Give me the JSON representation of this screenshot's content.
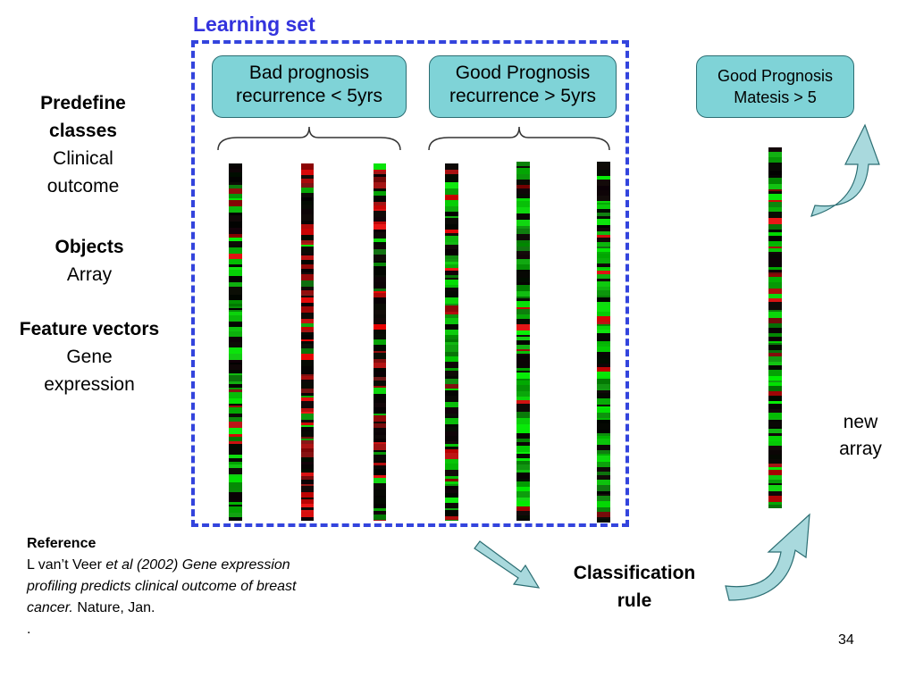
{
  "learning_set_title": "Learning set",
  "classes": {
    "bad": {
      "line1": "Bad prognosis",
      "line2": "recurrence < 5yrs"
    },
    "good": {
      "line1": "Good Prognosis",
      "line2": "recurrence > 5yrs"
    },
    "predicted": {
      "line1": "Good Prognosis",
      "line2": "Matesis > 5"
    }
  },
  "left_labels": {
    "classes_heading1": "Predefine",
    "classes_heading2": "classes",
    "classes_sub1": "Clinical",
    "classes_sub2": "outcome",
    "objects_heading": "Objects",
    "objects_sub": "Array",
    "features_heading": "Feature vectors",
    "features_sub1": "Gene",
    "features_sub2": "expression"
  },
  "new_array": {
    "line1": "new",
    "line2": "array"
  },
  "classification_rule": {
    "line1": "Classification",
    "line2": "rule"
  },
  "reference": {
    "heading": "Reference",
    "author": "L van’t Veer ",
    "italic_part1": "et al (2002) Gene expression",
    "italic_part2": "profiling predicts clinical outcome of breast",
    "italic_part3": "cancer.",
    "journal": " Nature, Jan.",
    "dot": "."
  },
  "page_number": "34",
  "colors": {
    "dash_blue": "#3344dd",
    "title_blue": "#3333dd",
    "box_fill": "#7fd3d7",
    "arrow_fill": "#a9d9dd",
    "expr_green": "#22dd22",
    "expr_red": "#dd2222"
  },
  "strips": [
    {
      "bias": "green",
      "seed": 3
    },
    {
      "bias": "red",
      "seed": 11
    },
    {
      "bias": "redsparse",
      "seed": 17
    },
    {
      "bias": "green",
      "seed": 23
    },
    {
      "bias": "green",
      "seed": 31
    },
    {
      "bias": "green",
      "seed": 37
    },
    {
      "bias": "greenmix",
      "seed": 43
    }
  ]
}
